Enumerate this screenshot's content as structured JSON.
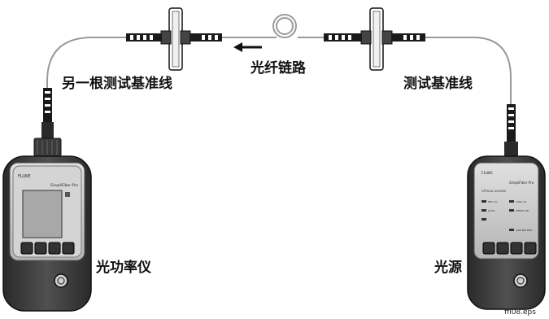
{
  "labels": {
    "fiber_link": "光纤链路",
    "other_reference_cord": "另一根测试基准线",
    "test_reference_cord": "测试基准线",
    "power_meter": "光功率仪",
    "light_source": "光源",
    "file_name": "ffl08.eps"
  },
  "power_meter_device": {
    "brand": "FLUKE",
    "model": "SimpliFiber Pro"
  },
  "light_source_device": {
    "brand": "FLUKE",
    "model": "SimpliFiber Pro",
    "subtitle": "OPTICAL SOURCE",
    "indicators": [
      "850 nm",
      "1300 nm",
      "AUTO",
      "CHECK ON",
      "LOW BATTERY"
    ]
  },
  "colors": {
    "device_body": "#3a3a3a",
    "device_dark": "#1c1c1c",
    "panel": "#c9c9c9",
    "cable": "#9a9a9a",
    "connector": "#1a1a1a"
  }
}
